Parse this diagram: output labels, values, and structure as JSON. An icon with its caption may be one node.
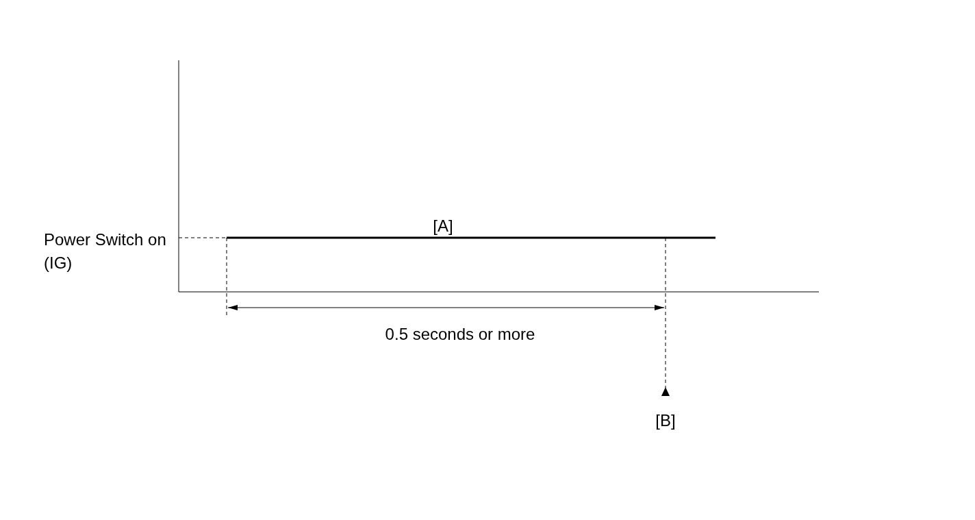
{
  "diagram": {
    "labels": [
      "Power Switch on (IG)",
      "[A]",
      "0.5 seconds or more",
      "[B]"
    ]
  }
}
